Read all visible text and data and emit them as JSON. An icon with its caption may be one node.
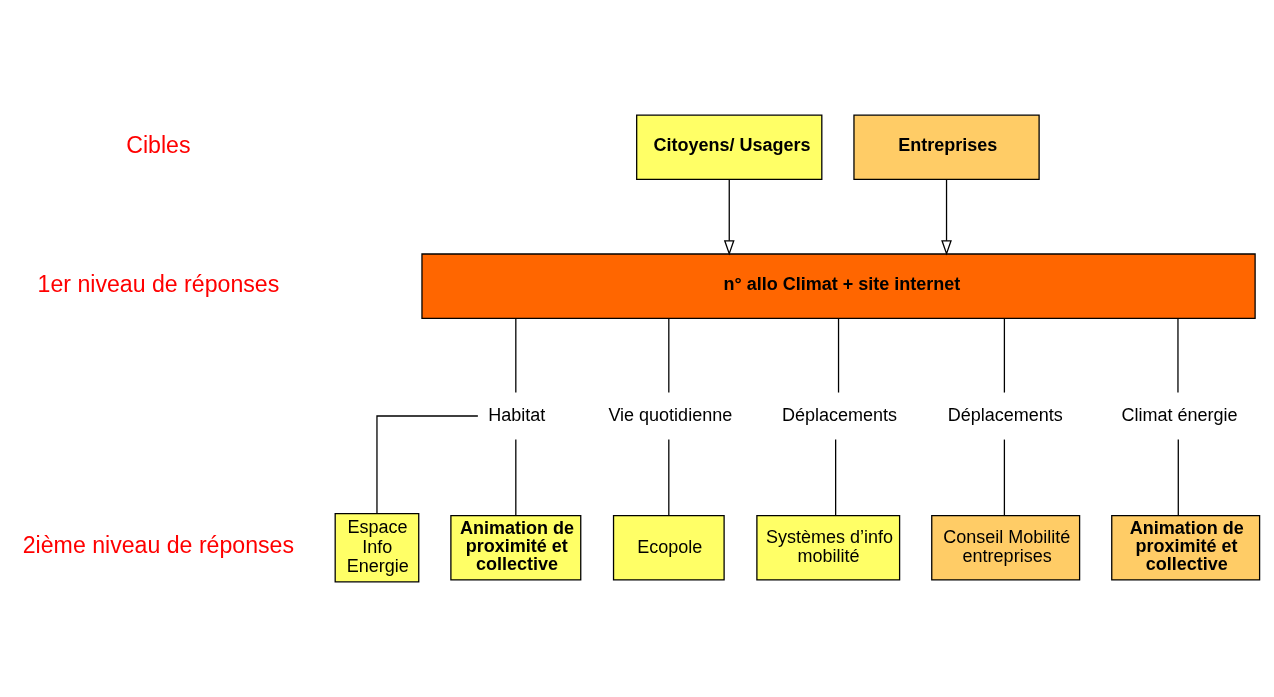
{
  "diagram": {
    "nodes": [
      {
        "text": [
          "Citoyens/ Usagers"
        ]
      },
      {
        "text": [
          "Entreprises"
        ]
      },
      {
        "text": [
          "n° allo Climat + site internet"
        ]
      },
      {
        "text": [
          "Habitat"
        ]
      },
      {
        "text": [
          "Vie quotidienne"
        ]
      },
      {
        "text": [
          "Déplacements"
        ]
      },
      {
        "text": [
          "Déplacements"
        ]
      },
      {
        "text": [
          "Climat énergie"
        ]
      },
      {
        "text": [
          "Espace Info Energie"
        ]
      },
      {
        "text": [
          "Animation de proximité et collective"
        ]
      },
      {
        "text": [
          "Ecopole"
        ]
      },
      {
        "text": [
          "Systèmes d’info mobilité"
        ]
      },
      {
        "text": [
          "Conseil Mobilité entreprises"
        ]
      },
      {
        "text": [
          "Animation de proximité et collective"
        ]
      }
    ],
    "edges": [
      {
        "from": 0,
        "to": 2,
        "arrow": "to"
      },
      {
        "from": 1,
        "to": 2,
        "arrow": "to"
      },
      {
        "from": 2,
        "to": 3,
        "arrow": "none"
      },
      {
        "from": 2,
        "to": 4,
        "arrow": "none"
      },
      {
        "from": 2,
        "to": 5,
        "arrow": "none"
      },
      {
        "from": 2,
        "to": 6,
        "arrow": "none"
      },
      {
        "from": 2,
        "to": 7,
        "arrow": "none"
      },
      {
        "from": 3,
        "to": 8,
        "arrow": "none"
      },
      {
        "from": 3,
        "to": 9,
        "arrow": "none"
      },
      {
        "from": 4,
        "to": 10,
        "arrow": "none"
      },
      {
        "from": 5,
        "to": 11,
        "arrow": "none"
      },
      {
        "from": 6,
        "to": 12,
        "arrow": "none"
      },
      {
        "from": 7,
        "to": 13,
        "arrow": "none"
      }
    ],
    "labels": [
      "Cibles",
      "1er niveau de réponses",
      "2ième niveau de réponses"
    ]
  }
}
